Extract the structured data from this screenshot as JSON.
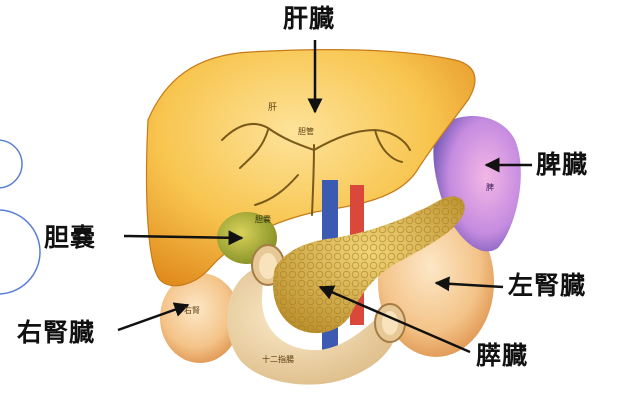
{
  "callouts": {
    "liver": "肝臓",
    "spleen": "脾臓",
    "gallbladder": "胆嚢",
    "left_kidney": "左腎臓",
    "right_kidney": "右腎臓",
    "pancreas": "膵臓"
  },
  "organ_labels": {
    "liver": "肝",
    "bile_duct": "胆管",
    "gallbladder": "胆嚢",
    "spleen": "脾",
    "right_kidney": "右腎",
    "duodenum": "十二指腸"
  },
  "colors": {
    "liver": "#f6b53c",
    "spleen": "#a77ac8",
    "kidney": "#f3c98b",
    "pancreas": "#d9b24a",
    "duodenum": "#f1d9ad",
    "gallbladder": "#b3b33a",
    "vein": "#3d5ab3",
    "artery": "#d9483a"
  }
}
